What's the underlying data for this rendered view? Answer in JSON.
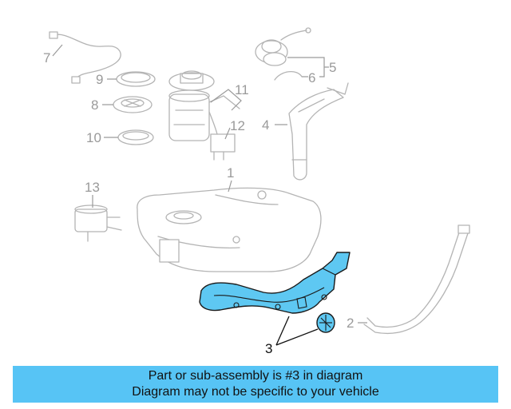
{
  "diagram": {
    "callouts": {
      "c1": "1",
      "c2": "2",
      "c3": "3",
      "c4": "4",
      "c5": "5",
      "c6": "6",
      "c7": "7",
      "c8": "8",
      "c9": "9",
      "c10": "10",
      "c11": "11",
      "c12": "12",
      "c13": "13"
    },
    "highlighted_part": "3",
    "colors": {
      "highlight": "#5ec8f2",
      "banner": "#57c4f5",
      "ghost_line": "#b4b4b4"
    }
  },
  "banner": {
    "line1": "Part or sub-assembly is #3 in diagram",
    "line2": "Diagram may not be specific to your vehicle"
  }
}
